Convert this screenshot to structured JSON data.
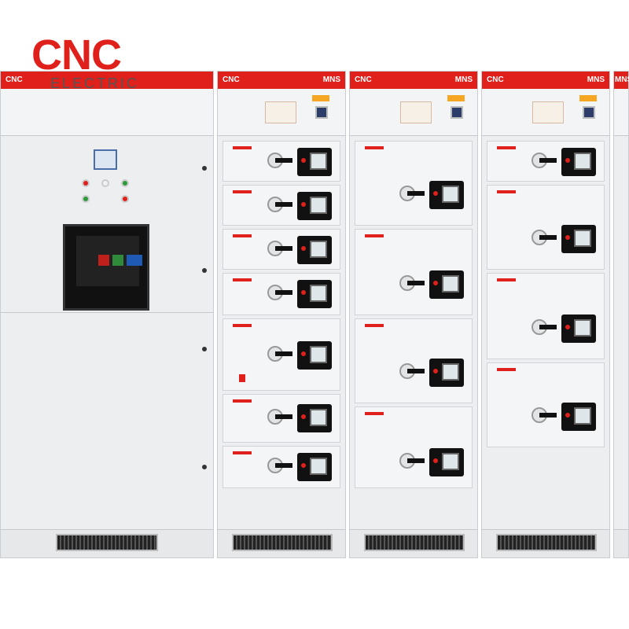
{
  "logo": {
    "name": "CNC",
    "sub": "ELECTRIC"
  },
  "cabinets": [
    {
      "brand": "CNC",
      "model": "MNS"
    },
    {
      "brand": "CNC",
      "model": "MNS"
    },
    {
      "brand": "CNC",
      "model": "MNS"
    },
    {
      "brand": "CNC",
      "model": "MNS"
    }
  ],
  "colors": {
    "brand_red": "#e0201b",
    "cabinet_gray": "#eceef0",
    "breaker_black": "#111111"
  }
}
